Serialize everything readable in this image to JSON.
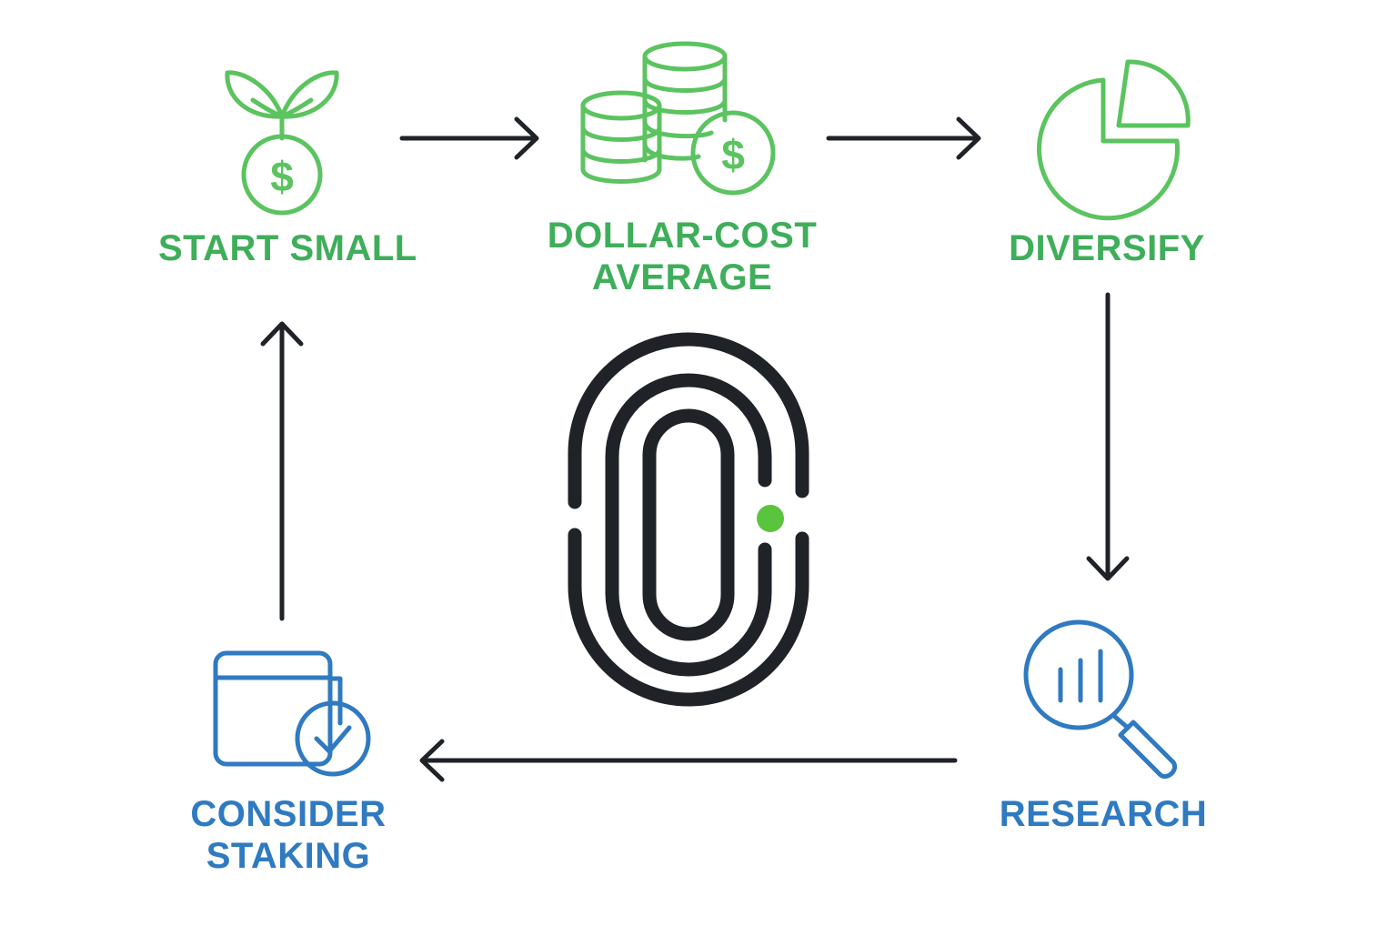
{
  "colors": {
    "green": "#5bc35f",
    "green_text": "#3fae5a",
    "blue": "#2f7ac0",
    "dark": "#1f2328",
    "accent_dot": "#5bc43e"
  },
  "steps": [
    {
      "id": "start_small",
      "label": "START SMALL",
      "icon": "seedling-coin-icon"
    },
    {
      "id": "dca",
      "label_line1": "DOLLAR-COST",
      "label_line2": "AVERAGE",
      "icon": "coin-stacks-icon"
    },
    {
      "id": "diversify",
      "label": "DIVERSIFY",
      "icon": "pie-chart-icon"
    },
    {
      "id": "research",
      "label": "RESEARCH",
      "icon": "magnifier-chart-icon"
    },
    {
      "id": "staking",
      "label_line1": "CONSIDER",
      "label_line2": "STAKING",
      "icon": "wallet-check-icon"
    }
  ],
  "center": {
    "icon": "fingerprint-logo-icon"
  }
}
